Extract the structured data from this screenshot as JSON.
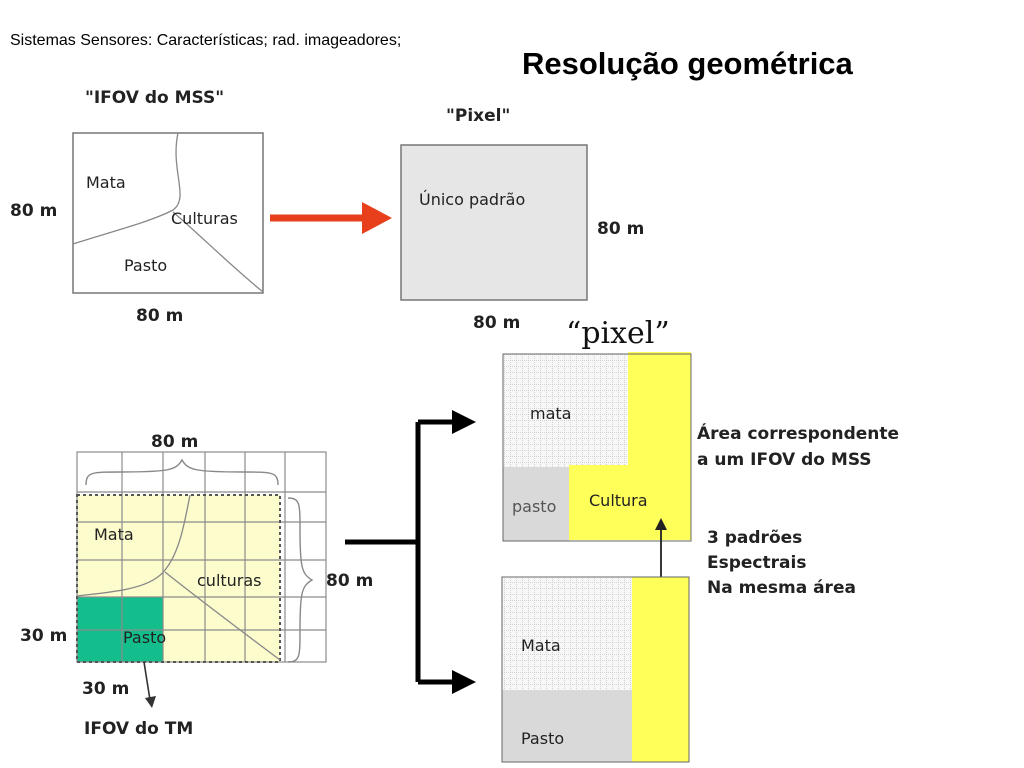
{
  "header": "Sistemas Sensores: Características; rad. imageadores;",
  "title": "Resolução geométrica",
  "top_left": {
    "caption": "\"IFOV do MSS\"",
    "label_mata": "Mata",
    "label_culturas": "Culturas",
    "label_pasto": "Pasto",
    "dim_left": "80 m",
    "dim_bottom": "80 m"
  },
  "top_right": {
    "caption": "\"Pixel\"",
    "label_inside": "Único padrão",
    "dim_right": "80 m",
    "dim_bottom": "80 m"
  },
  "bottom_left": {
    "dim_top": "80 m",
    "dim_right": "80 m",
    "label_mata": "Mata",
    "label_culturas": "culturas",
    "label_pasto": "Pasto",
    "dim_left": "30 m",
    "dim_bottom": "30 m",
    "caption": "IFOV do TM"
  },
  "bottom_right": {
    "pixel_label": "“pixel”",
    "upper_mata": "mata",
    "upper_pasto": "pasto",
    "upper_cultura": "Cultura",
    "area_note_line1": "Área correspondente",
    "area_note_line2": "a um IFOV do MSS",
    "patterns_line1": "3 padrões",
    "patterns_line2": "Espectrais",
    "patterns_line3": "Na mesma área",
    "lower_mata": "Mata",
    "lower_pasto": "Pasto"
  },
  "colors": {
    "arrow_red": "#e8401c",
    "yellow": "#ffff5a",
    "pale_yellow": "#fdfccd",
    "green": "#13be8c",
    "gray_fill": "#e3e3e3",
    "dot_fill": "#f4f4f4"
  }
}
